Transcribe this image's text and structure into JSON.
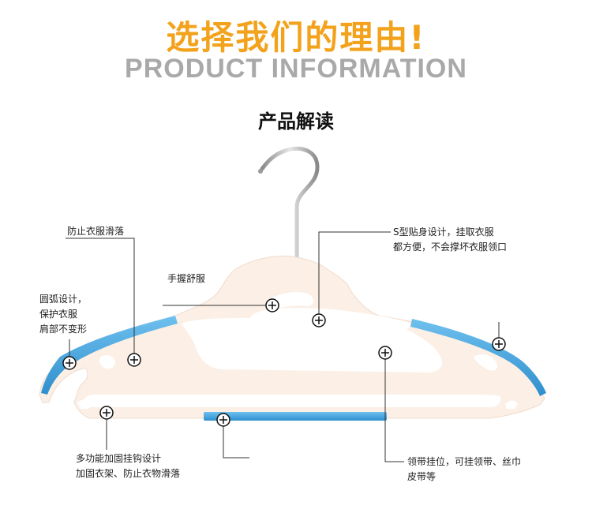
{
  "header": {
    "title": "选择我们的理由!",
    "subtitle": "PRODUCT INFORMATION",
    "section": "产品解读"
  },
  "callouts": {
    "anti_slip": [
      "防止衣服滑落"
    ],
    "grip": [
      "手握舒服"
    ],
    "arc": [
      "圆弧设计，",
      "保护衣服",
      "肩部不变形"
    ],
    "s_shape": [
      "S型贴身设计，挂取衣服",
      "都方便，不会撑坏衣服领口"
    ],
    "multi_hook": [
      "多功能加固挂钩设计",
      "加固衣架、防止衣物滑落"
    ],
    "tie_hook": [
      "领带挂位，可挂领带、丝巾",
      "皮带等"
    ]
  },
  "colors": {
    "title": "#f3a21c",
    "subtitle": "#a9a9a9",
    "hanger_body": "#fbefe6",
    "anti_slip_strip": "#4aa6de",
    "hook_metal": "#b5b5b5"
  }
}
